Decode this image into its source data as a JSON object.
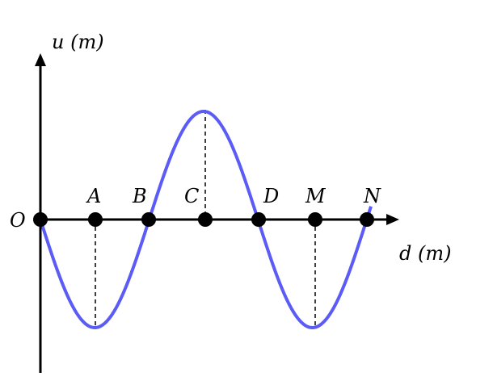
{
  "axes": {
    "y_label": "u (m)",
    "x_label": "d (m)"
  },
  "wave": {
    "color": "#5b5bf5",
    "phase_at_origin": "downward",
    "extent_wavelengths": 1.5
  },
  "points": [
    {
      "name": "O",
      "phase_quarters": 0
    },
    {
      "name": "A",
      "phase_quarters": 1
    },
    {
      "name": "B",
      "phase_quarters": 2
    },
    {
      "name": "C",
      "phase_quarters": 3
    },
    {
      "name": "D",
      "phase_quarters": 4
    },
    {
      "name": "M",
      "phase_quarters": 5
    },
    {
      "name": "N",
      "phase_quarters": 6
    }
  ],
  "guides": [
    "A",
    "C",
    "M"
  ]
}
